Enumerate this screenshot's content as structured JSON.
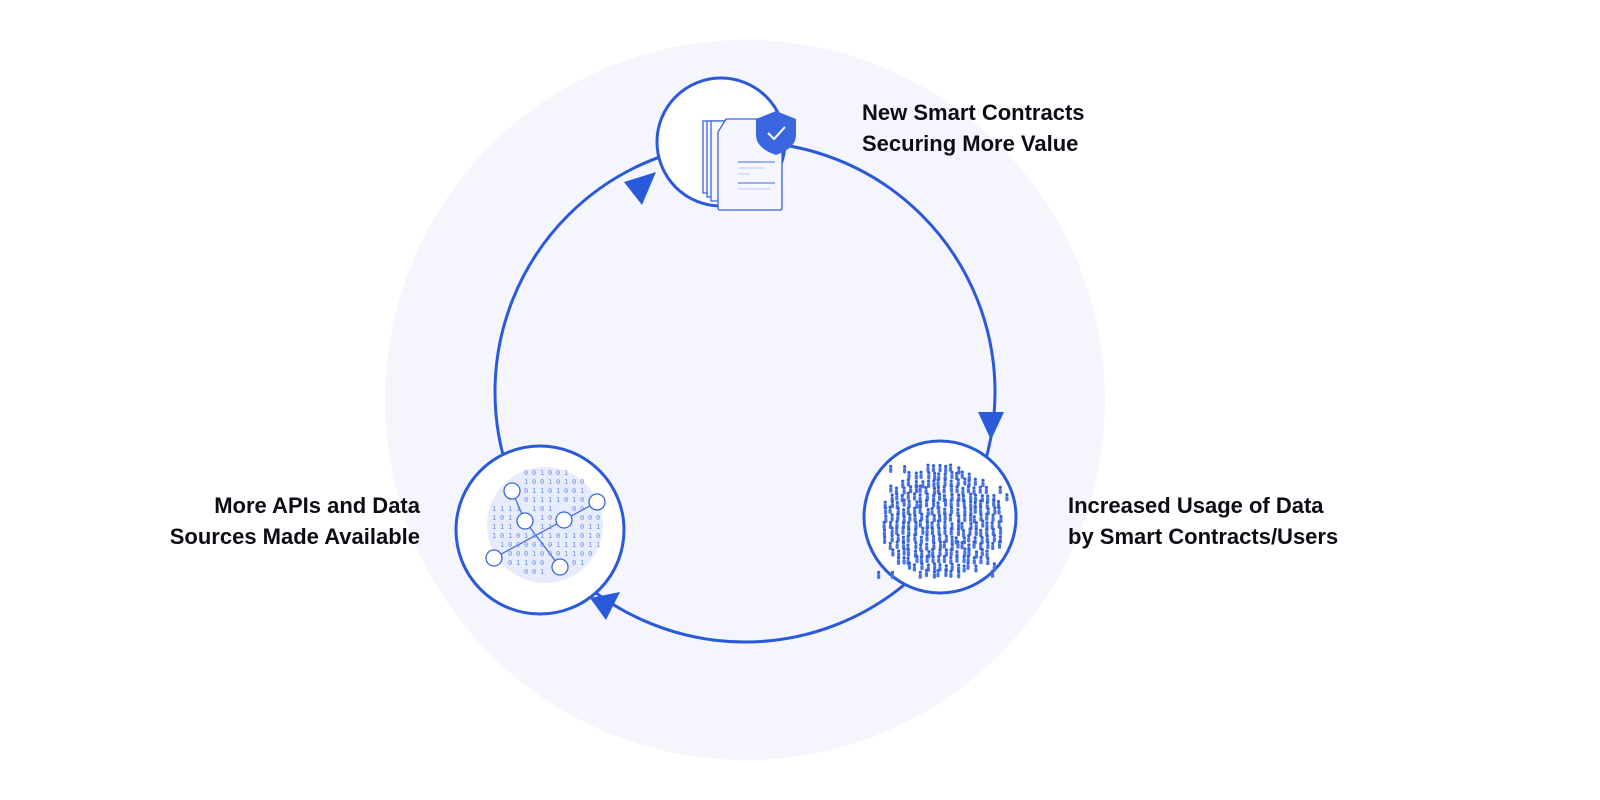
{
  "colors": {
    "accent": "#2a5ada",
    "background_disc": "#f5f6fd",
    "text": "#0c0c14"
  },
  "nodes": [
    {
      "id": "smart-contracts",
      "icon": "document-stack-shield-icon",
      "lines": [
        "New Smart Contracts",
        "Securing More Value"
      ]
    },
    {
      "id": "usage",
      "icon": "crowd-icon",
      "lines": [
        "Increased Usage of Data",
        "by Smart Contracts/Users"
      ]
    },
    {
      "id": "apis",
      "icon": "data-globe-icon",
      "lines": [
        "More APIs and Data",
        "Sources Made Available"
      ]
    }
  ]
}
